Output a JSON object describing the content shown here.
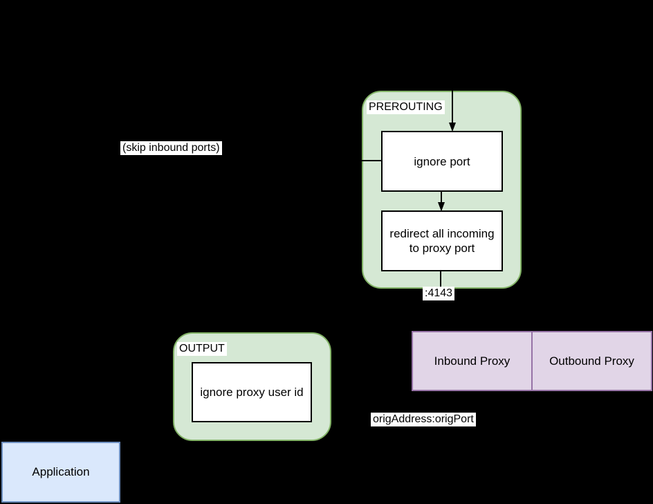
{
  "palette": {
    "background": "#000000",
    "chain_fill": "#d5e8d4",
    "chain_stroke": "#82b366",
    "proxy_fill": "#e1d5e7",
    "proxy_stroke": "#9673a6",
    "app_fill": "#dae8fc",
    "app_stroke": "#6c8ebf",
    "node_fill": "#ffffff",
    "edge_color": "#000000"
  },
  "chains": {
    "prerouting": {
      "title": "PREROUTING",
      "rules": [
        "ignore port",
        "redirect all incoming to proxy port"
      ]
    },
    "output": {
      "title": "OUTPUT",
      "rules": [
        "ignore proxy user id"
      ]
    }
  },
  "proxies": {
    "inbound": "Inbound Proxy",
    "outbound": "Outbound Proxy"
  },
  "application": {
    "label": "Application"
  },
  "edge_labels": {
    "skip_inbound_ports": "(skip inbound ports)",
    "proxy_port": ":4143",
    "orig_destination": "origAddress:origPort"
  }
}
